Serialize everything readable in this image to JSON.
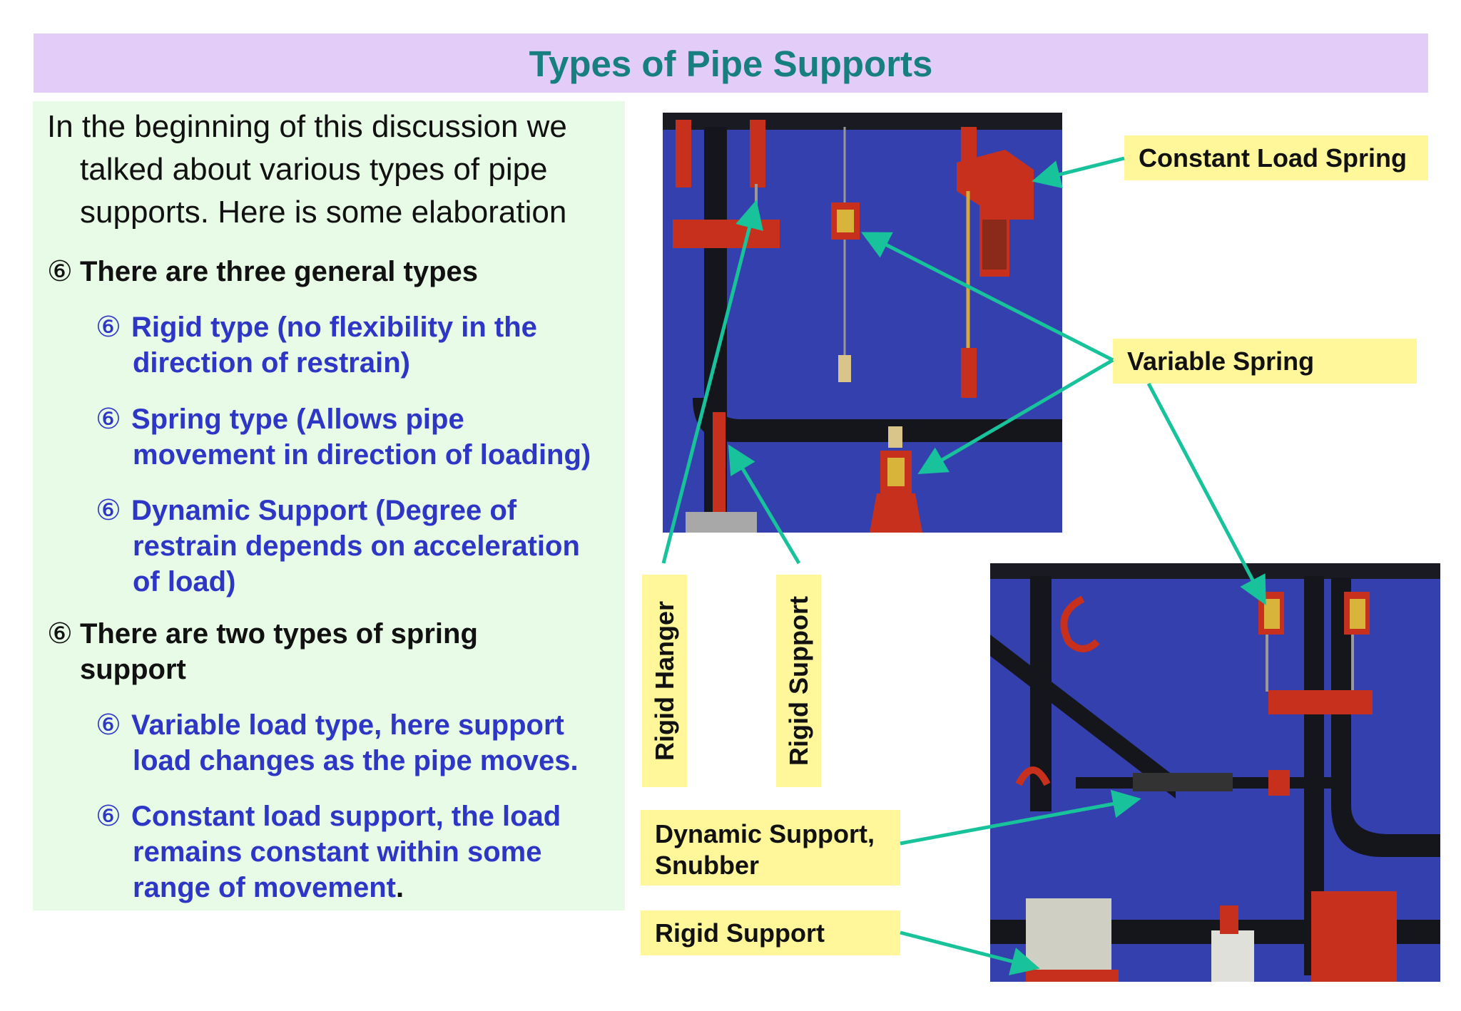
{
  "title": "Types of Pipe Supports",
  "intro": {
    "line1": "In the beginning of this discussion we",
    "line2": "talked about various types of pipe",
    "line3": "supports. Here is some elaboration"
  },
  "bullet_glyph": "⑥",
  "sections": [
    {
      "heading_lines": [
        "There are three general types"
      ],
      "items": [
        {
          "lines": [
            "Rigid type (no flexibility in the",
            "direction of restrain)"
          ]
        },
        {
          "lines": [
            "Spring type (Allows pipe",
            "movement in direction of loading)"
          ]
        },
        {
          "lines": [
            "Dynamic Support (Degree of",
            "restrain depends on acceleration",
            "of load)"
          ]
        }
      ]
    },
    {
      "heading_lines": [
        "There are two types of spring",
        "support"
      ],
      "items": [
        {
          "lines": [
            "Variable load type, here support",
            "load changes as the pipe moves."
          ]
        },
        {
          "lines": [
            "Constant load support, the load",
            "remains constant within some",
            "range of movement"
          ],
          "trailing": "."
        }
      ]
    }
  ],
  "labels": {
    "constant_load_spring": "Constant Load Spring",
    "variable_spring": "Variable Spring",
    "rigid_hanger": "Rigid Hanger",
    "rigid_support_vertical": "Rigid Support",
    "dynamic_support_line1": "Dynamic Support,",
    "dynamic_support_line2": "Snubber",
    "rigid_support_bottom": "Rigid Support"
  },
  "colors": {
    "title_bar": "#e3ccf8",
    "title_text": "#177f7f",
    "panel": "#e8fbe6",
    "blue_text": "#2e36c6",
    "label_bg": "#fff79a",
    "arrow": "#18c29a",
    "photo_bg": "#2f3aa8",
    "support_red": "#c8301e"
  }
}
